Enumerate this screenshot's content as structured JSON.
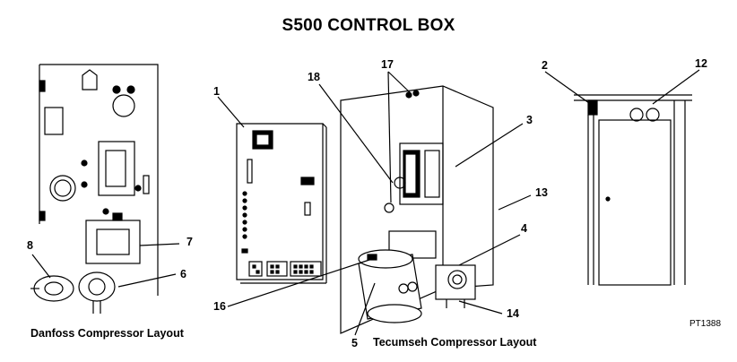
{
  "title": "S500 CONTROL BOX",
  "captions": {
    "danfoss": "Danfoss Compressor Layout",
    "tecumseh": "Tecumseh Compressor Layout"
  },
  "ref_code": "PT1388",
  "callouts": [
    "1",
    "2",
    "3",
    "4",
    "5",
    "6",
    "7",
    "8",
    "12",
    "13",
    "14",
    "16",
    "17",
    "18"
  ]
}
